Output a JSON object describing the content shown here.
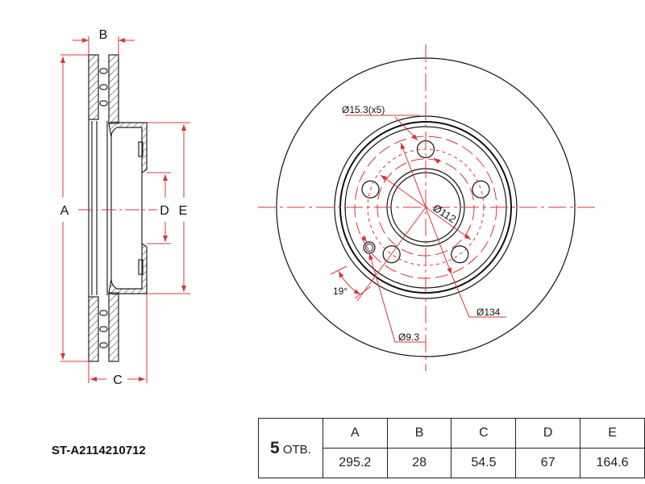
{
  "product_code": "ST-A2114210712",
  "side_view": {
    "labels": {
      "a": "A",
      "b": "B",
      "c": "C",
      "d": "D",
      "e": "E"
    }
  },
  "front_view": {
    "bolt_hole_label": "Ø15.3(x5)",
    "pcd_label": "Ø112",
    "outer_ring_label": "Ø134",
    "pin_hole_label": "Ø9.3",
    "angle_label": "19°",
    "bolt_hole_count": 5
  },
  "spec_table": {
    "holes_number": "5",
    "holes_unit": "ОТВ.",
    "headers": [
      "A",
      "B",
      "C",
      "D",
      "E"
    ],
    "values": [
      "295.2",
      "28",
      "54.5",
      "67",
      "164.6"
    ]
  },
  "colors": {
    "dimension": "#d8343c",
    "outline": "#111111"
  }
}
